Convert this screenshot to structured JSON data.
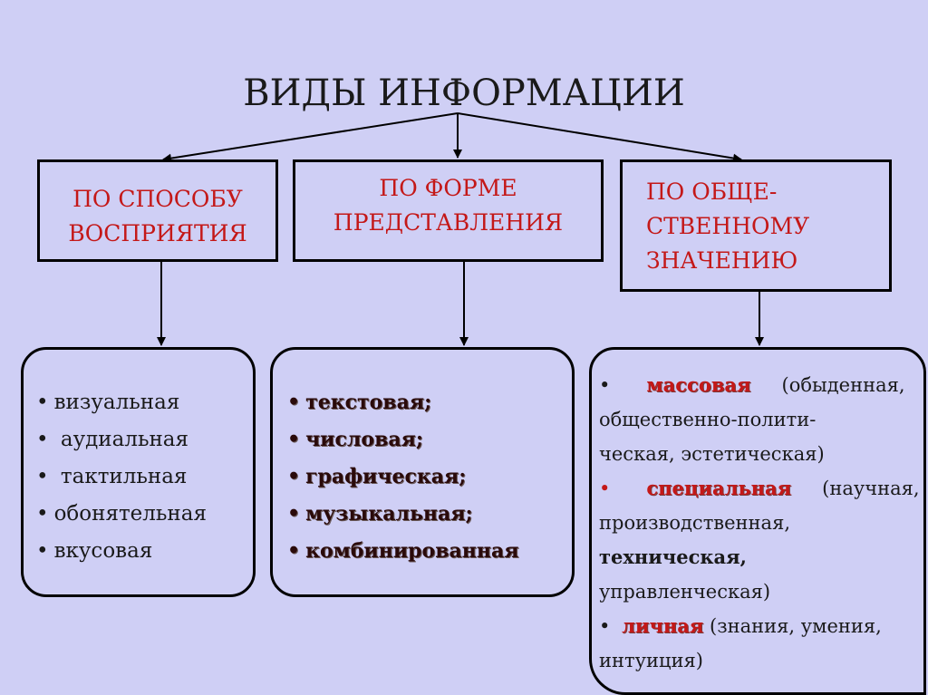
{
  "title": "ВИДЫ ИНФОРМАЦИИ",
  "categories": [
    {
      "lines": [
        "ПО СПОСОБУ",
        "ВОСПРИЯТИЯ"
      ],
      "items": [
        "визуальная",
        "аудиальная",
        "тактильная",
        "обонятельная",
        "вкусовая"
      ]
    },
    {
      "lines": [
        "ПО ФОРМЕ",
        "ПРЕДСТАВЛЕНИЯ"
      ],
      "items": [
        "текстовая;",
        "числовая;",
        "графическая;",
        "музыкальная;",
        "комбинированная"
      ]
    },
    {
      "lines": [
        "ПО ОБЩЕ-",
        "СТВЕННОМУ",
        "ЗНАЧЕНИЮ"
      ],
      "entries": [
        {
          "key": "массовая",
          "first": "(обыденная,",
          "rest": [
            "общественно-полити-",
            "ческая, эстетическая)"
          ]
        },
        {
          "key": "специальная",
          "first": "(научная,",
          "rest": [
            "производственная,",
            "техническая,",
            "управленческая)"
          ]
        },
        {
          "key": "личная",
          "first": "(знания, умения,",
          "rest": [
            "интуиция)"
          ]
        }
      ]
    }
  ],
  "colors": {
    "background": "#cfcff5",
    "heading_text": "#c41818",
    "border": "#000000"
  }
}
